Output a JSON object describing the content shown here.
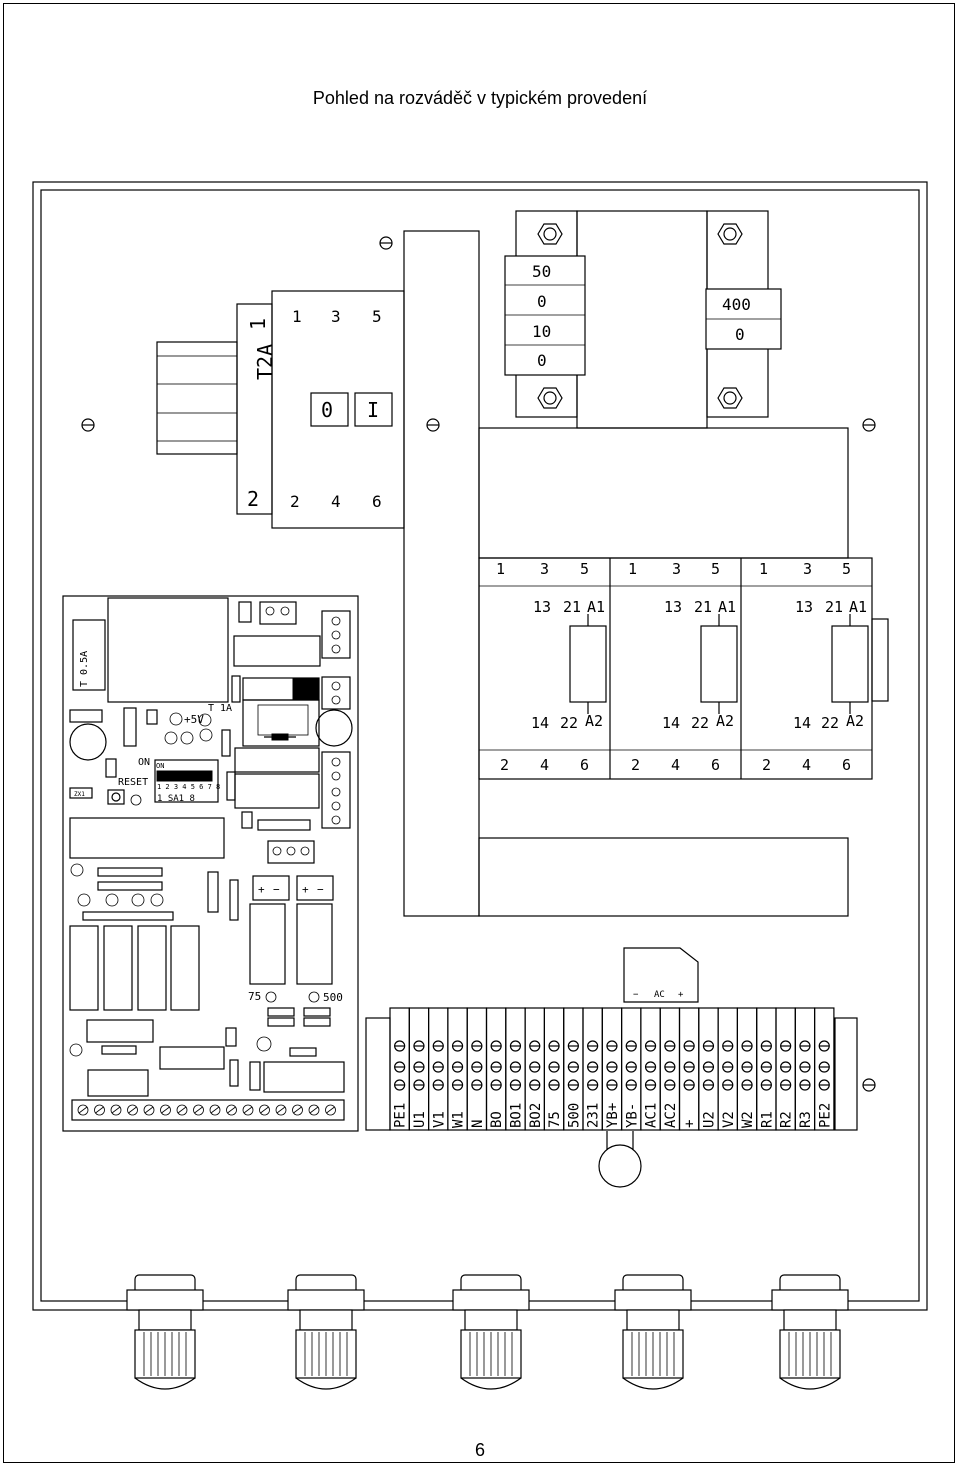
{
  "page": {
    "title": "Pohled na rozváděč v typickém provedení",
    "number": "6"
  },
  "main_switch": {
    "fuse_top": "1",
    "fuse_label": "T2A",
    "fuse_bottom": "2",
    "top_terminals": [
      "1",
      "3",
      "5"
    ],
    "bottom_terminals": [
      "2",
      "4",
      "6"
    ],
    "off_label": "0",
    "on_label": "I"
  },
  "transformer": {
    "primary": [
      "50",
      "0",
      "10",
      "0"
    ],
    "secondary": [
      "400",
      "0"
    ]
  },
  "contactors": [
    {
      "top": [
        "1",
        "3",
        "5"
      ],
      "coil_top": [
        "13",
        "21",
        "A1"
      ],
      "coil_bottom": [
        "14",
        "22",
        "A2"
      ],
      "bottom": [
        "2",
        "4",
        "6"
      ]
    },
    {
      "top": [
        "1",
        "3",
        "5"
      ],
      "coil_top": [
        "13",
        "21",
        "A1"
      ],
      "coil_bottom": [
        "14",
        "22",
        "A2"
      ],
      "bottom": [
        "2",
        "4",
        "6"
      ]
    },
    {
      "top": [
        "1",
        "3",
        "5"
      ],
      "coil_top": [
        "13",
        "21",
        "A1"
      ],
      "coil_bottom": [
        "14",
        "22",
        "A2"
      ],
      "bottom": [
        "2",
        "4",
        "6"
      ]
    }
  ],
  "control_board": {
    "fuse_small": "T 0.5A",
    "fuse_main": "T 1A",
    "voltage": "+5V",
    "on_label": "ON",
    "switch_on": "ON",
    "reset_label": "RESET",
    "dip_numbers": "1 2 3 4 5 6 7 8",
    "switch_name": "1   SA1   8",
    "trim_left": "75",
    "trim_right": "500",
    "zx_label": "ZX1",
    "plus": "+",
    "minus": "−"
  },
  "rectifier": {
    "minus": "−",
    "label": "AC",
    "plus": "+"
  },
  "terminal_block": {
    "labels": [
      "PE1",
      "U1",
      "V1",
      "W1",
      "N",
      "BO",
      "BO1",
      "BO2",
      "75",
      "500",
      "231",
      "YB+",
      "YB-",
      "AC1",
      "AC2",
      "+",
      "U2",
      "V2",
      "W2",
      "R1",
      "R2",
      "R3",
      "PE2"
    ]
  }
}
